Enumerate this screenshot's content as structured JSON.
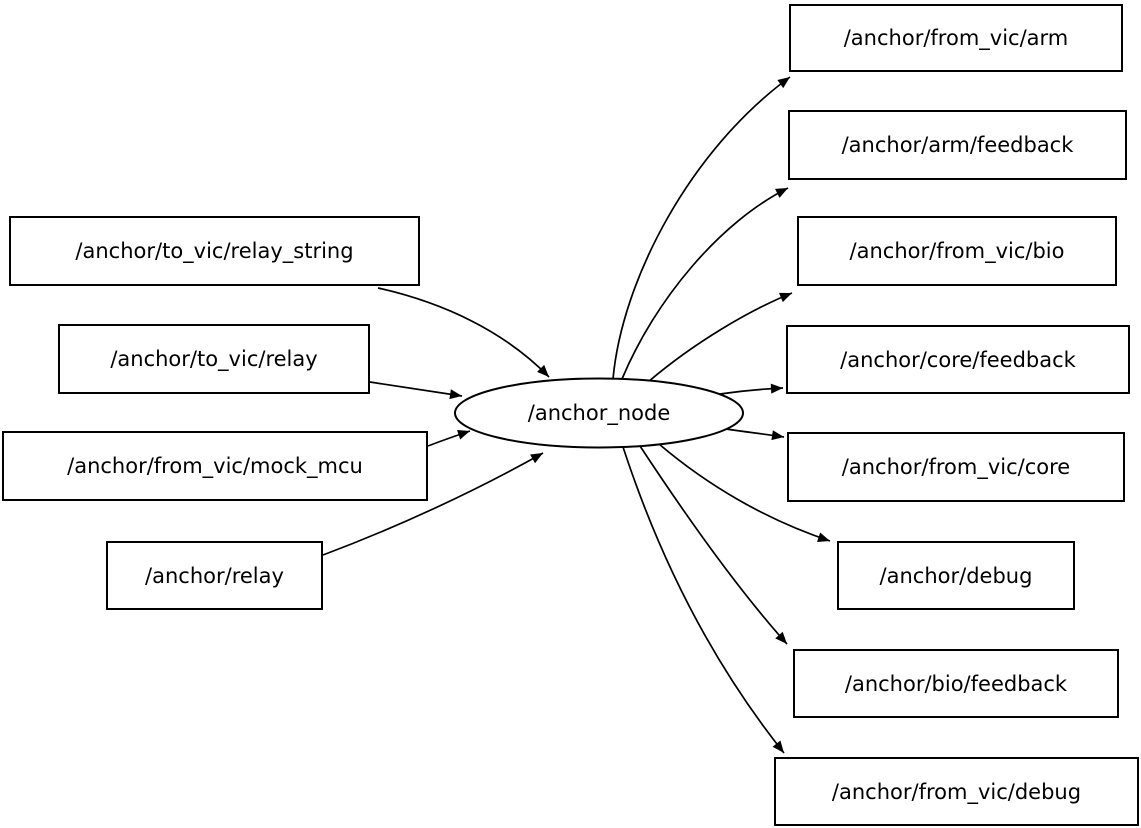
{
  "diagram": {
    "type": "ros-node-graph",
    "node": {
      "label": "/anchor_node",
      "shape": "ellipse"
    },
    "subscriptions": [
      {
        "label": "/anchor/to_vic/relay_string"
      },
      {
        "label": "/anchor/to_vic/relay"
      },
      {
        "label": "/anchor/from_vic/mock_mcu"
      },
      {
        "label": "/anchor/relay"
      }
    ],
    "publications": [
      {
        "label": "/anchor/from_vic/arm"
      },
      {
        "label": "/anchor/arm/feedback"
      },
      {
        "label": "/anchor/from_vic/bio"
      },
      {
        "label": "/anchor/core/feedback"
      },
      {
        "label": "/anchor/from_vic/core"
      },
      {
        "label": "/anchor/debug"
      },
      {
        "label": "/anchor/bio/feedback"
      },
      {
        "label": "/anchor/from_vic/debug"
      }
    ],
    "edges": [
      {
        "from": "/anchor/to_vic/relay_string",
        "to": "/anchor_node"
      },
      {
        "from": "/anchor/to_vic/relay",
        "to": "/anchor_node"
      },
      {
        "from": "/anchor/from_vic/mock_mcu",
        "to": "/anchor_node"
      },
      {
        "from": "/anchor/relay",
        "to": "/anchor_node"
      },
      {
        "from": "/anchor_node",
        "to": "/anchor/from_vic/arm"
      },
      {
        "from": "/anchor_node",
        "to": "/anchor/arm/feedback"
      },
      {
        "from": "/anchor_node",
        "to": "/anchor/from_vic/bio"
      },
      {
        "from": "/anchor_node",
        "to": "/anchor/core/feedback"
      },
      {
        "from": "/anchor_node",
        "to": "/anchor/from_vic/core"
      },
      {
        "from": "/anchor_node",
        "to": "/anchor/debug"
      },
      {
        "from": "/anchor_node",
        "to": "/anchor/bio/feedback"
      },
      {
        "from": "/anchor_node",
        "to": "/anchor/from_vic/debug"
      }
    ],
    "colors": {
      "background": "#ffffff",
      "node_fill": "#ffffff",
      "node_stroke": "#000000",
      "edge": "#000000",
      "text": "#000000"
    }
  }
}
